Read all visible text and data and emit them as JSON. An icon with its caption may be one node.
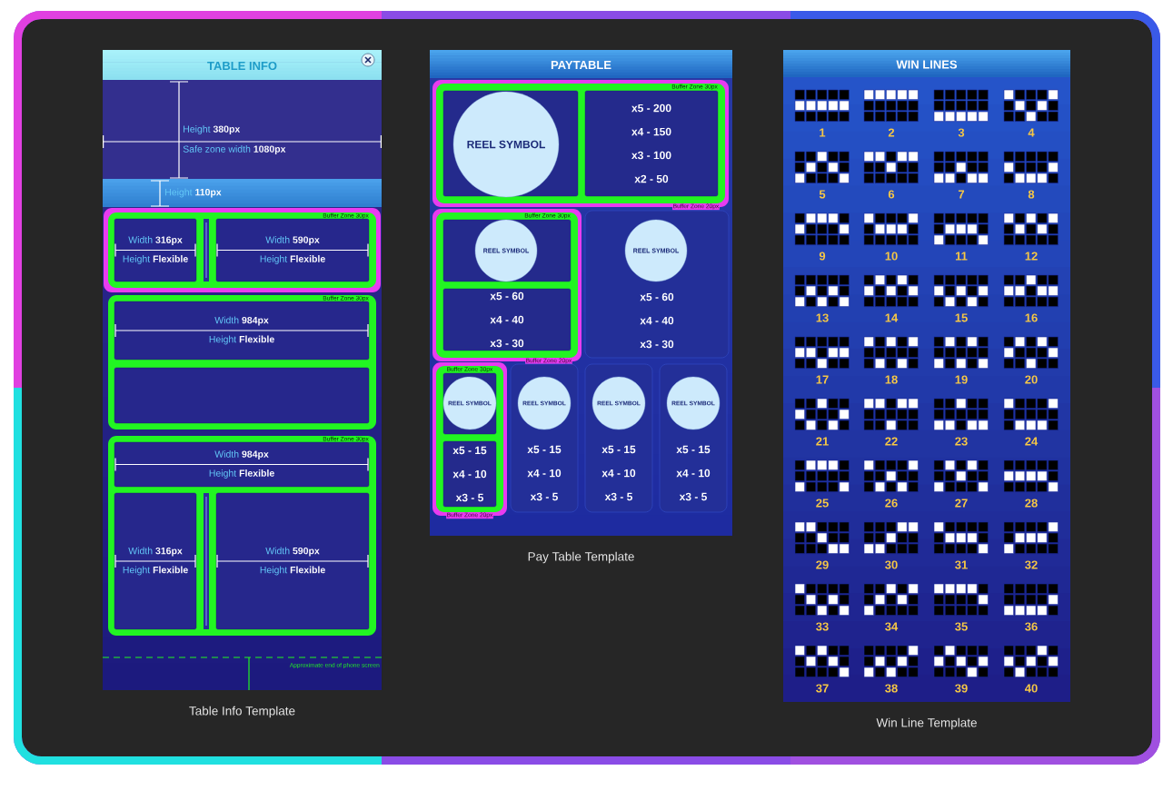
{
  "diagram": {
    "nodes": [
      {
        "text": [
          "TABLE INFO"
        ],
        "beside": [
          "Table Info Template"
        ]
      },
      {
        "text": [
          "Height **380px**",
          "Safe zone width **1080px**"
        ],
        "in": 0
      },
      {
        "text": [
          "Height **110px**"
        ],
        "in": 0
      },
      {
        "text": [],
        "shape": "box",
        "in": 0
      },
      {
        "text": [
          "Buffer Zone 30px"
        ],
        "in": 3
      },
      {
        "text": [
          "Width **316px**",
          "Height **Flexible**"
        ],
        "in": 4
      },
      {
        "text": [
          "Width **590px**",
          "Height **Flexible**"
        ],
        "in": 4
      },
      {
        "text": [
          "Buffer Zone 30px"
        ],
        "in": 0
      },
      {
        "text": [
          "Width **984px**",
          "Height **Flexible**"
        ],
        "in": 7
      },
      {
        "text": [],
        "shape": "box",
        "in": 7
      },
      {
        "text": [
          "Buffer Zone 30px"
        ],
        "in": 0
      },
      {
        "text": [
          "Width **984px**",
          "Height **Flexible**"
        ],
        "in": 10
      },
      {
        "text": [
          "Width **316px**",
          "Height **Flexible**"
        ],
        "in": 10
      },
      {
        "text": [
          "Width **590px**",
          "Height **Flexible**"
        ],
        "in": 10
      },
      {
        "text": [
          "PAYTABLE"
        ],
        "beside": [
          "Pay Table Template"
        ]
      },
      {
        "text": [
          "Buffer Zone 20px"
        ],
        "in": 14
      },
      {
        "text": [
          "Buffer Zone 30px"
        ],
        "in": 15
      },
      {
        "text": [],
        "shape": "box",
        "in": 16
      },
      {
        "text": [
          "REEL SYMBOL"
        ],
        "in": 17
      },
      {
        "text": [
          "x5 - 200",
          "x4 - 150",
          "x3 - 100",
          "x2 - 50"
        ],
        "in": 16
      },
      {
        "text": [
          "Buffer Zone 20px"
        ],
        "in": 14
      },
      {
        "text": [
          "Buffer Zone 30px"
        ],
        "in": 20
      },
      {
        "text": [],
        "shape": "box",
        "in": 21
      },
      {
        "text": [
          "REEL SYMBOL"
        ],
        "in": 22
      },
      {
        "text": [
          "x5 - 60",
          "x4 - 40",
          "x3 - 30"
        ],
        "in": 21
      },
      {
        "text": [
          "x5 - 60",
          "x4 - 40",
          "x3 - 30"
        ],
        "in": 14
      },
      {
        "text": [
          "REEL SYMBOL"
        ],
        "in": 25
      },
      {
        "text": [
          "Buffer Zone 20px"
        ],
        "in": 14
      },
      {
        "text": [
          "Buffer Zone 30px"
        ],
        "in": 27
      },
      {
        "text": [],
        "shape": "box",
        "in": 28
      },
      {
        "text": [
          "REEL SYMBOL"
        ],
        "in": 29
      },
      {
        "text": [
          "x5 - 15",
          "x4 - 10",
          "x3 - 5"
        ],
        "in": 28
      },
      {
        "text": [
          "x5 - 15",
          "x4 - 10",
          "x3 - 5"
        ],
        "in": 14
      },
      {
        "text": [
          "REEL SYMBOL"
        ],
        "in": 32
      },
      {
        "text": [
          "x5 - 15",
          "x4 - 10",
          "x3 - 5"
        ],
        "in": 14
      },
      {
        "text": [
          "REEL SYMBOL"
        ],
        "in": 34
      },
      {
        "text": [
          "x5 - 15",
          "x4 - 10",
          "x3 - 5"
        ],
        "in": 14
      },
      {
        "text": [
          "REEL SYMBOL"
        ],
        "in": 36
      },
      {
        "text": [
          "WIN LINES"
        ],
        "beside": [
          "Win Line Template"
        ]
      }
    ],
    "labels": [
      "Approximate end of phone screen",
      "1",
      "2",
      "3",
      "4",
      "5",
      "6",
      "7",
      "8",
      "9",
      "10",
      "11",
      "12",
      "13",
      "14",
      "15",
      "16",
      "17",
      "18",
      "19",
      "20",
      "21",
      "22",
      "23",
      "24",
      "25",
      "26",
      "27",
      "28",
      "29",
      "30",
      "31",
      "32",
      "33",
      "34",
      "35",
      "36",
      "37",
      "38",
      "39",
      "40"
    ]
  }
}
